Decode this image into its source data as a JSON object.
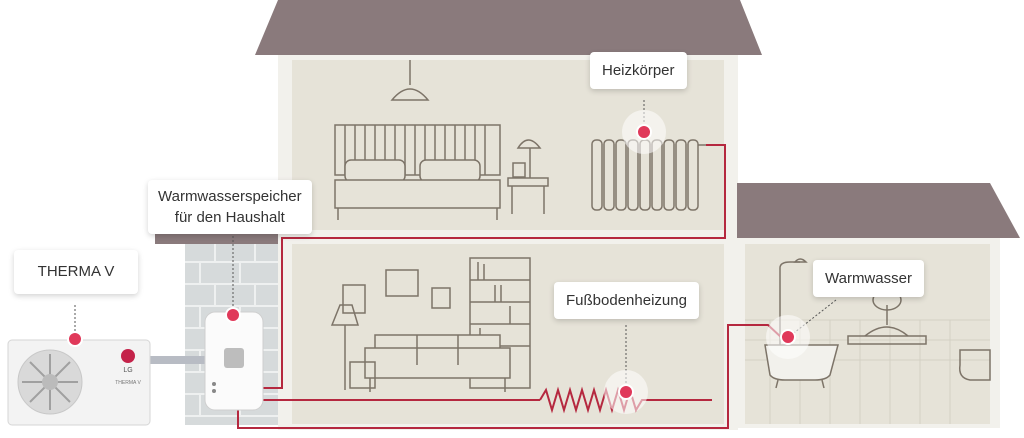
{
  "labels": {
    "heizkoerper": "Heizkörper",
    "speicher_line1": "Warmwasserspeicher",
    "speicher_line2": "für den Haushalt",
    "therma_v": "THERMA V",
    "fussbodenheizung": "Fußbodenheizung",
    "warmwasser": "Warmwasser"
  },
  "outdoor_unit": {
    "brand": "LG",
    "model_text": "THERMA V"
  },
  "colors": {
    "roof": "#8a7a7c",
    "wall": "#e6e3d8",
    "pipe": "#b5283f",
    "marker": "#e0395a",
    "brick": "#c9cfd0",
    "line_art": "#7d7468"
  },
  "icons": [
    "pendant-lamp-icon",
    "bed-icon",
    "nightstand-icon",
    "table-lamp-icon",
    "radiator-icon",
    "bookshelf-icon",
    "sofa-icon",
    "floor-lamp-icon",
    "picture-frame-icon",
    "bathtub-icon",
    "shower-icon",
    "sink-icon",
    "toilet-icon",
    "hot-water-tank-icon",
    "heat-pump-unit-icon"
  ]
}
